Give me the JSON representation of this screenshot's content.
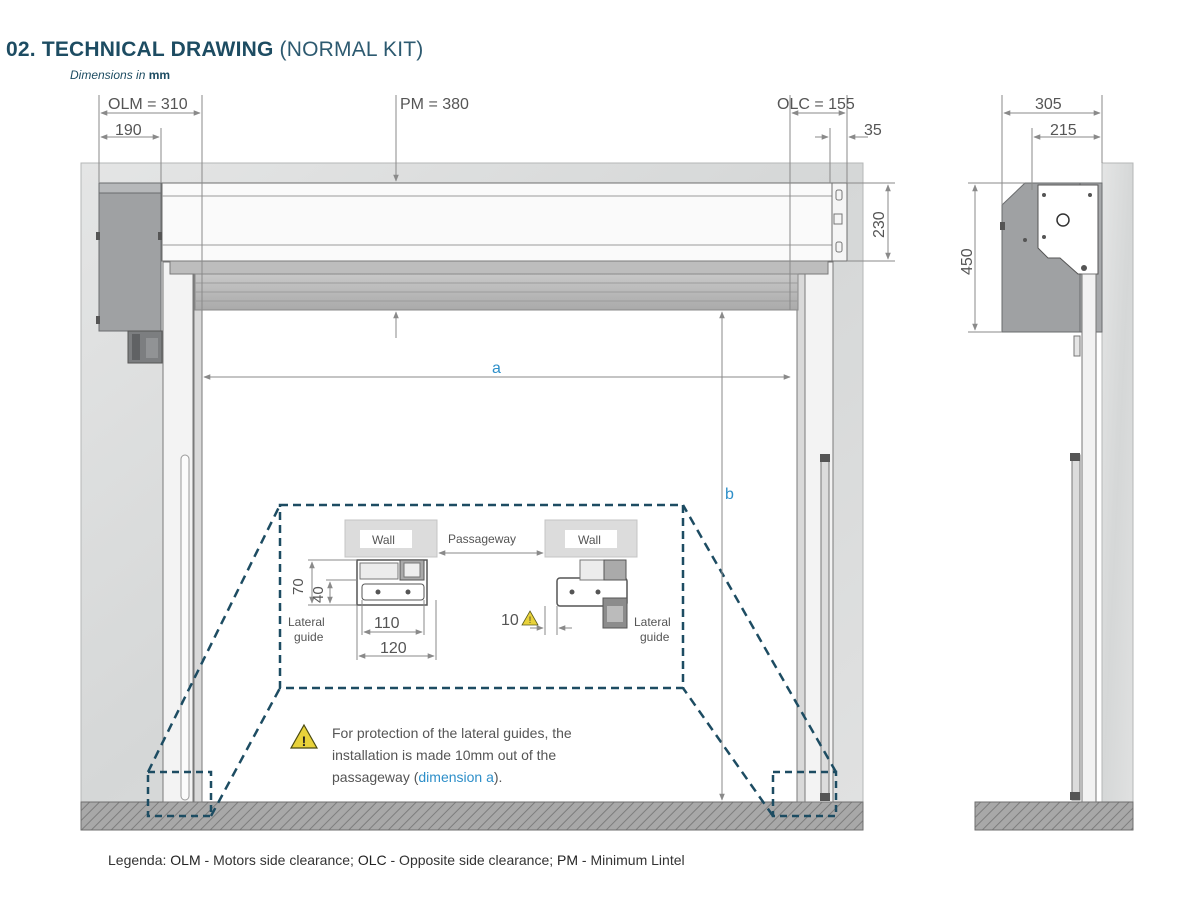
{
  "header": {
    "title_bold": "02. TECHNICAL DRAWING",
    "title_light": "(NORMAL KIT)",
    "dims_prefix": "Dimensions in",
    "dims_unit": "mm"
  },
  "front_view": {
    "olm": "OLM = 310",
    "olm_190": "190",
    "pm": "PM = 380",
    "olc": "OLC = 155",
    "olc_35": "35",
    "box_height": "230",
    "width_label": "a",
    "height_label": "b"
  },
  "side_view": {
    "depth_305": "305",
    "depth_215": "215",
    "height_450": "450"
  },
  "detail": {
    "wall_left": "Wall",
    "wall_right": "Wall",
    "passageway": "Passageway",
    "dim_70": "70",
    "dim_40": "40",
    "dim_110": "110",
    "dim_120": "120",
    "dim_10": "10",
    "lateral_guide_left_1": "Lateral",
    "lateral_guide_left_2": "guide",
    "lateral_guide_right_1": "Lateral",
    "lateral_guide_right_2": "guide"
  },
  "note": {
    "line1": "For protection of the lateral guides, the",
    "line2": "installation is made 10mm out of the",
    "line3_pre": "passageway (",
    "line3_link": "dimension a",
    "line3_post": ")."
  },
  "legend": {
    "olm_key": "OLM",
    "olm_desc": " - Motors side clearance; ",
    "olc_key": "OLC",
    "olc_desc": " - Opposite side clearance; ",
    "pm_key": "PM",
    "pm_desc": " - Minimum Lintel",
    "prefix": "Legenda: "
  },
  "colors": {
    "title": "#1d4c62",
    "dim_line": "#8a8a8a",
    "accent_blue": "#2e8fc9",
    "dashed": "#1d4c62",
    "warning": "#e8d23a"
  }
}
